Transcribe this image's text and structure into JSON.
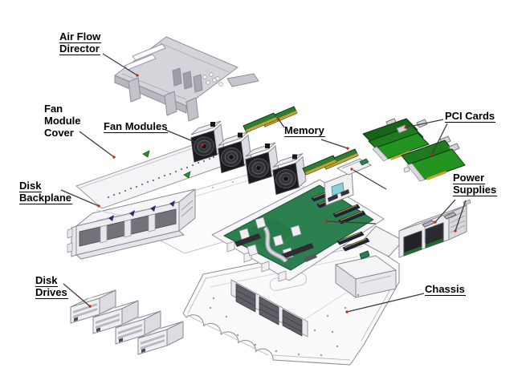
{
  "diagram": {
    "description": "Exploded view diagram of rack server hardware components",
    "background_color": "#ffffff"
  },
  "callouts": {
    "air_flow_director": {
      "lines": [
        "Air Flow",
        "Director"
      ],
      "underlined": true
    },
    "fan_module_cover": {
      "lines": [
        "Fan",
        "Module",
        "Cover"
      ],
      "underlined": false
    },
    "fan_modules": {
      "lines": [
        "Fan Modules"
      ],
      "underlined": true
    },
    "memory": {
      "lines": [
        "Memory"
      ],
      "underlined": true
    },
    "pci_cards": {
      "lines": [
        "PCI Cards"
      ],
      "underlined": true
    },
    "power_supplies": {
      "lines": [
        "Power",
        "Supplies"
      ],
      "underlined": true
    },
    "disk_backplane": {
      "lines": [
        "Disk",
        "Backplane"
      ],
      "underlined": true
    },
    "disk_drives": {
      "lines": [
        "Disk",
        "Drives"
      ],
      "underlined": true
    },
    "chassis": {
      "lines": [
        "Chassis"
      ],
      "underlined": true
    }
  },
  "colors": {
    "pcb_green": "#2c8050",
    "pci_card_green": "#1e7a1e",
    "dimm_green": "#2f7d33",
    "gold_contact": "#c9a22e",
    "metal_light": "#f4f4f7",
    "metal_mid": "#d6d6dc",
    "vent_dark": "#5e5e66",
    "clip_navy": "#25306b",
    "leader_line": "#3c3c3c",
    "callout_tip_red": "#cc2200",
    "label_text": "#000000"
  }
}
